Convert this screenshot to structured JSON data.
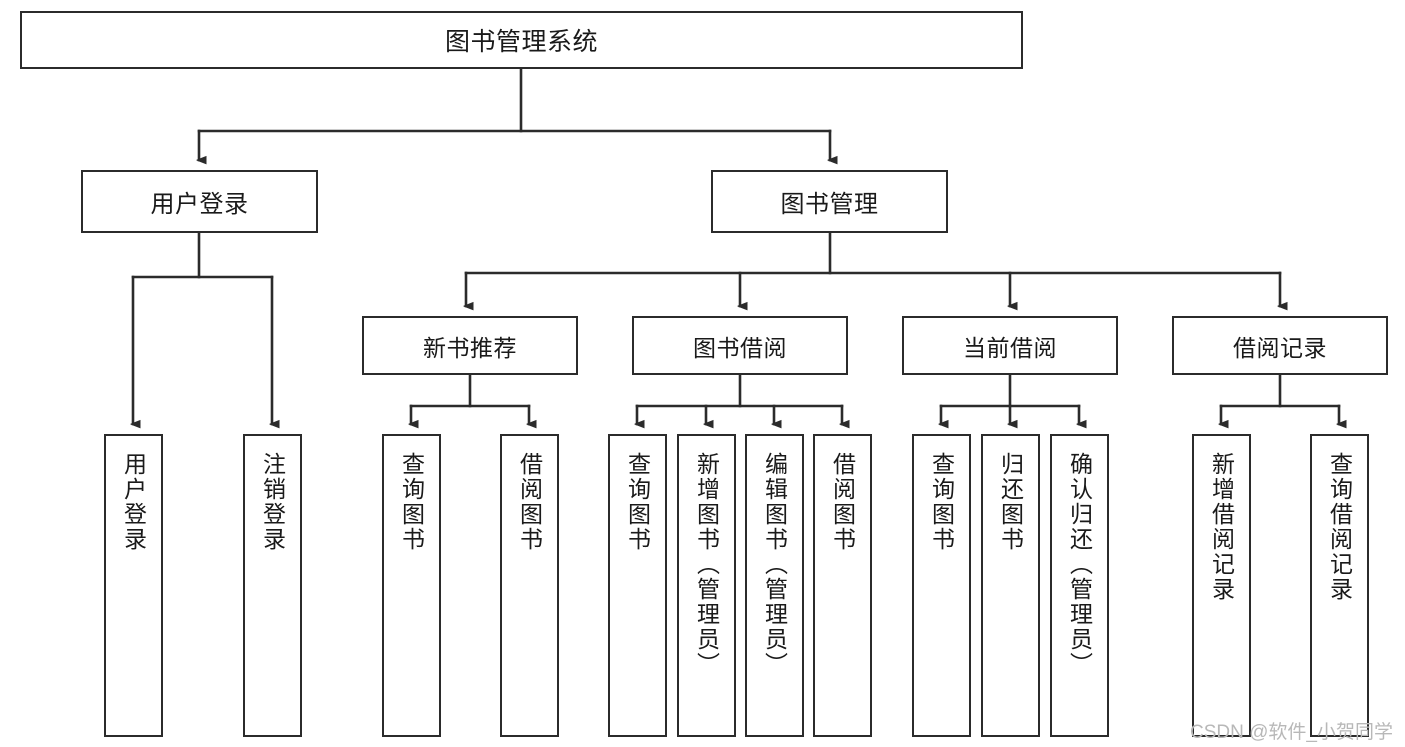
{
  "diagram": {
    "title": "图书管理系统",
    "type": "tree-hierarchy-diagram",
    "colors": {
      "box_border": "#2b2b2b",
      "box_fill": "#ffffff",
      "edge": "#2b2b2b",
      "text": "#1a1a1a",
      "watermark": "#b8b8b8",
      "background": "#ffffff"
    },
    "nodes": {
      "root": {
        "label": "图书管理系统"
      },
      "level1": [
        {
          "label": "用户登录"
        },
        {
          "label": "图书管理"
        }
      ],
      "level2": [
        {
          "label": "新书推荐"
        },
        {
          "label": "图书借阅"
        },
        {
          "label": "当前借阅"
        },
        {
          "label": "借阅记录"
        }
      ],
      "leaves": {
        "user_login": [
          {
            "label": "用户登录"
          },
          {
            "label": "注销登录"
          }
        ],
        "new_book_recommend": [
          {
            "label": "查询图书"
          },
          {
            "label": "借阅图书"
          }
        ],
        "book_borrow": [
          {
            "label": "查询图书"
          },
          {
            "label": "新增图书（管理员）"
          },
          {
            "label": "编辑图书（管理员）"
          },
          {
            "label": "借阅图书"
          }
        ],
        "current_borrow": [
          {
            "label": "查询图书"
          },
          {
            "label": "归还图书"
          },
          {
            "label": "确认归还（管理员）"
          }
        ],
        "borrow_record": [
          {
            "label": "新增借阅记录"
          },
          {
            "label": "查询借阅记录"
          }
        ]
      }
    },
    "watermark": "CSDN @软件_小贺同学"
  }
}
